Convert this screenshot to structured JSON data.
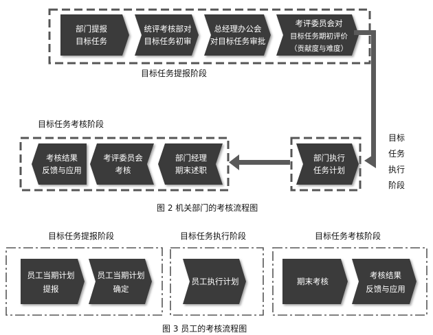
{
  "figure2": {
    "caption": "图 2   机关部门的考核流程图",
    "stage_submit_label": "目标任务提报阶段",
    "stage_assess_label": "目标任务考核阶段",
    "stage_execute_label_chars": [
      "目",
      "标",
      "任",
      "务",
      "执",
      "行",
      "阶",
      "段"
    ],
    "top_steps": [
      {
        "line1": "部门提报",
        "line2": "目标任务"
      },
      {
        "line1": "统评考核部对",
        "line2": "目标任务初审"
      },
      {
        "line1": "总经理办公会",
        "line2": "对目标任务审批"
      },
      {
        "line1": "考评委员会对",
        "line2": "目标任务期初评价",
        "line3": "（贡献度与难度）"
      }
    ],
    "execute_step": {
      "line1": "部门执行",
      "line2": "任务计划"
    },
    "bottom_steps": [
      {
        "line1": "考核结果",
        "line2": "反馈与应用"
      },
      {
        "line1": "考评委员会",
        "line2": "考核"
      },
      {
        "line1": "部门经理",
        "line2": "期末述职"
      }
    ]
  },
  "figure3": {
    "caption": "图 3   员工的考核流程图",
    "stages": [
      {
        "label": "目标任务提报阶段",
        "steps": [
          {
            "line1": "员工当期计划",
            "line2": "提报"
          },
          {
            "line1": "员工当期计划",
            "line2": "确定"
          }
        ]
      },
      {
        "label": "目标任务执行阶段",
        "steps": [
          {
            "line1": "员工执行计划",
            "line2": ""
          }
        ]
      },
      {
        "label": "目标任务考核阶段",
        "steps": [
          {
            "line1": "期末考核",
            "line2": ""
          },
          {
            "line1": "考核结果",
            "line2": "反馈与应用"
          }
        ]
      }
    ]
  },
  "colors": {
    "box_fill": "#3a3a3a",
    "box_shadow": "#9a9a9a",
    "frame": "#555555",
    "arrow": "#5a5a5a"
  }
}
